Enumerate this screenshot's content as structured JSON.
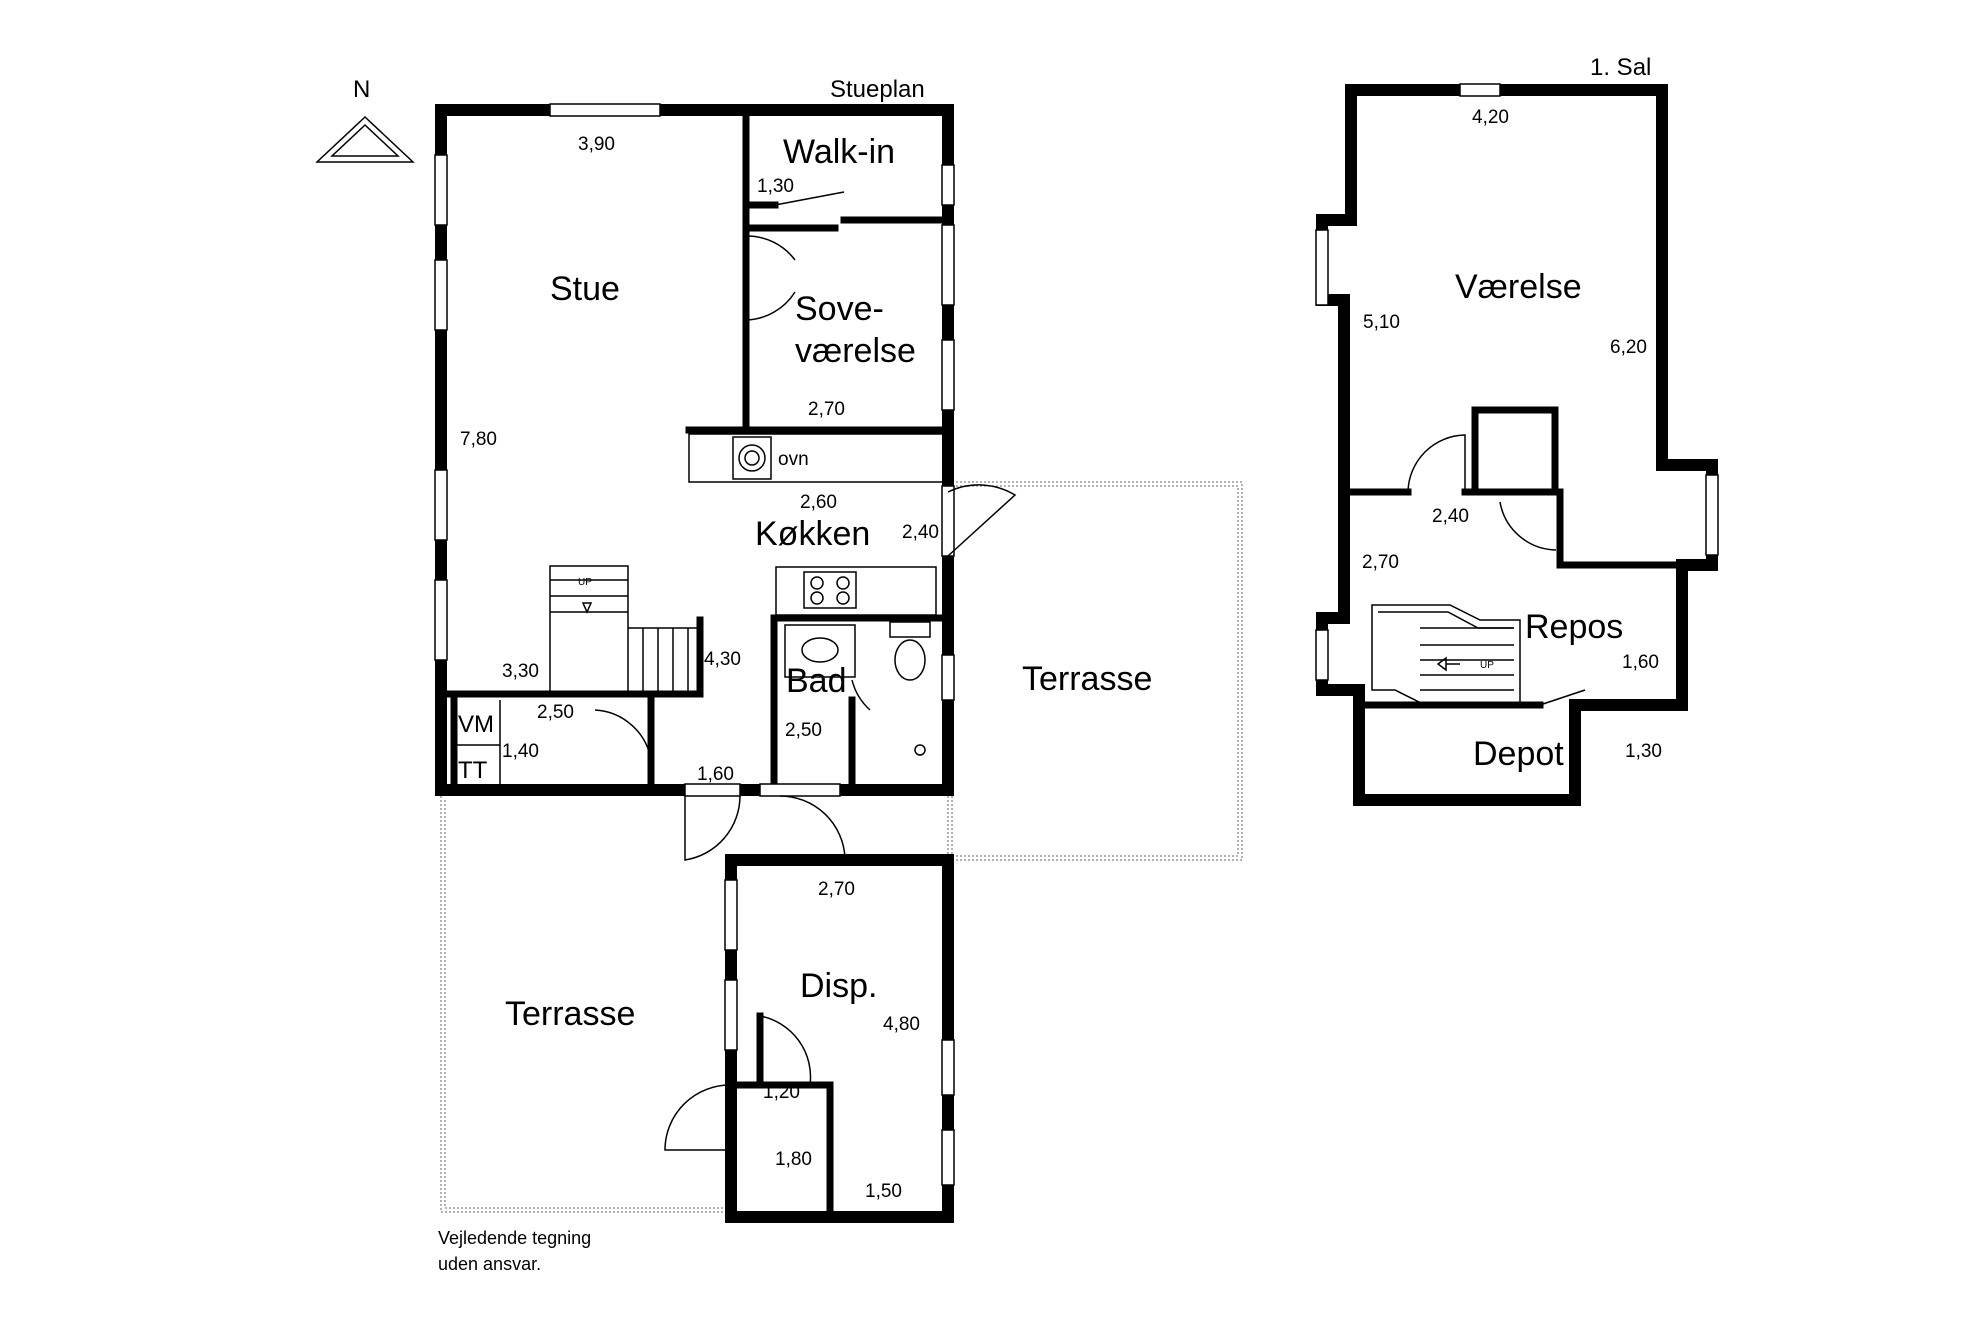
{
  "compass": {
    "north_label": "N"
  },
  "ground_floor": {
    "title": "Stueplan",
    "rooms": {
      "stue": "Stue",
      "walkin": "Walk-in",
      "sove1": "Sove-",
      "sove2": "værelse",
      "kokken": "Køkken",
      "bad": "Bad",
      "terrasse_east": "Terrasse",
      "terrasse_south": "Terrasse",
      "disp": "Disp.",
      "vm": "VM",
      "tt": "TT",
      "ovn": "ovn",
      "stair_up": "UP"
    },
    "dimensions": {
      "stue_width": "3,90",
      "stue_length": "7,80",
      "walkin": "1,30",
      "sove_width": "2,70",
      "kokken_top": "2,60",
      "kokken_right": "2,40",
      "stair_width": "3,30",
      "stair_right": "4,30",
      "hall_top": "2,50",
      "hall_left": "1,40",
      "entry": "1,60",
      "bad": "2,50",
      "disp_width": "2,70",
      "disp_length": "4,80",
      "closet_top": "1,20",
      "closet_length": "1,80",
      "disp_bottom": "1,50"
    }
  },
  "upper_floor": {
    "title": "1. Sal",
    "rooms": {
      "vaerelse": "Værelse",
      "repos": "Repos",
      "depot": "Depot",
      "stair_up": "UP"
    },
    "dimensions": {
      "top": "4,20",
      "left": "5,10",
      "right": "6,20",
      "middle": "2,40",
      "repos_left": "2,70",
      "repos_right": "1,60",
      "depot": "1,30"
    }
  },
  "disclaimer": {
    "line1": "Vejledende tegning",
    "line2": "uden ansvar."
  }
}
